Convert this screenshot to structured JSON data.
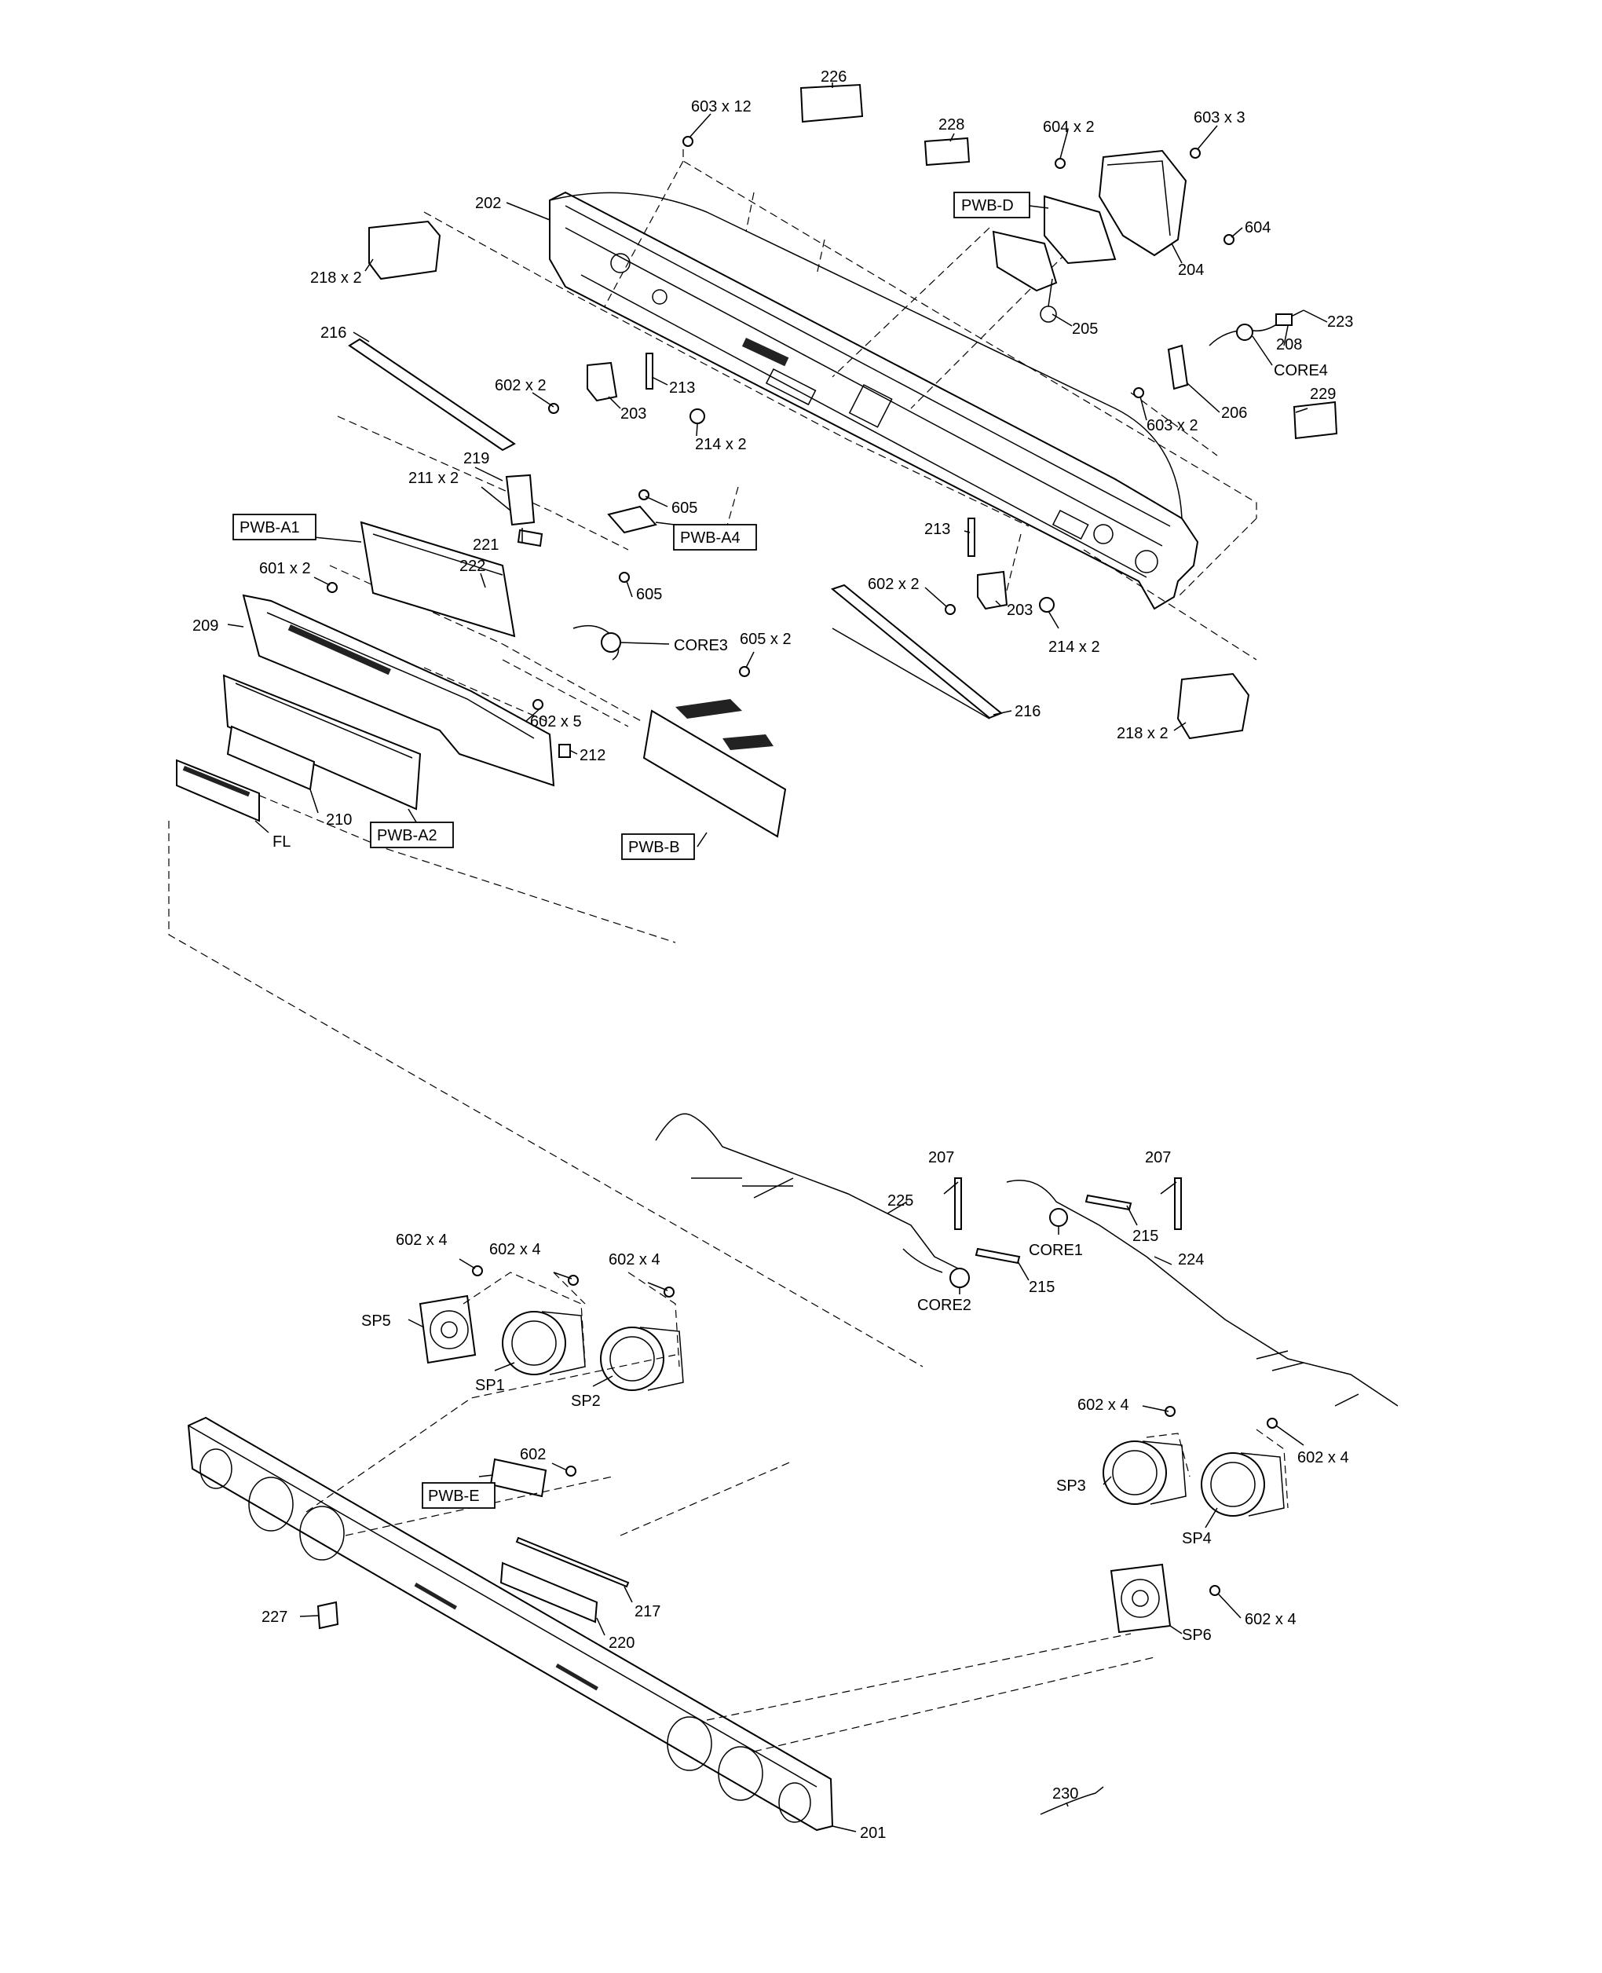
{
  "callouts": {
    "c226": "226",
    "c603x12": "603 x 12",
    "c228": "228",
    "c604x2": "604 x 2",
    "c603x3": "603 x 3",
    "c202": "202",
    "c604": "604",
    "c204": "204",
    "c218x2_top": "218 x 2",
    "c205": "205",
    "c223": "223",
    "c208": "208",
    "c216_top": "216",
    "core4": "CORE4",
    "c213_top": "213",
    "c602x2_top": "602 x 2",
    "c203_top": "203",
    "c206": "206",
    "c229": "229",
    "c603x2": "603 x 2",
    "c214x2_top": "214 x 2",
    "c219": "219",
    "c211x2": "211 x 2",
    "c605_top": "605",
    "c221": "221",
    "c222": "222",
    "c601x2": "601 x 2",
    "c605_bottom": "605",
    "c213_right": "213",
    "c602x2_right": "602 x 2",
    "c203_right": "203",
    "c214x2_right": "214 x 2",
    "c209": "209",
    "core3": "CORE3",
    "c605x2": "605 x 2",
    "c216_bottom": "216",
    "c218x2_bottom": "218 x 2",
    "c602x5": "602 x 5",
    "c212": "212",
    "c210": "210",
    "fl": "FL",
    "c207_left": "207",
    "c207_right": "207",
    "c225": "225",
    "core1": "CORE1",
    "c215_right": "215",
    "c224": "224",
    "c602x4_a": "602 x 4",
    "c602x4_b": "602 x 4",
    "c602x4_c": "602 x 4",
    "core2": "CORE2",
    "c215_left": "215",
    "sp5": "SP5",
    "sp1": "SP1",
    "sp2": "SP2",
    "c602x4_d": "602 x 4",
    "c602x4_e": "602 x 4",
    "sp3": "SP3",
    "sp4": "SP4",
    "c602": "602",
    "c217": "217",
    "c227": "227",
    "c220": "220",
    "c602x4_f": "602 x 4",
    "sp6": "SP6",
    "c230": "230",
    "c201": "201"
  },
  "boxed_labels": {
    "pwb_d": "PWB-D",
    "pwb_a1": "PWB-A1",
    "pwb_a4": "PWB-A4",
    "pwb_a2": "PWB-A2",
    "pwb_b": "PWB-B",
    "pwb_e": "PWB-E"
  }
}
